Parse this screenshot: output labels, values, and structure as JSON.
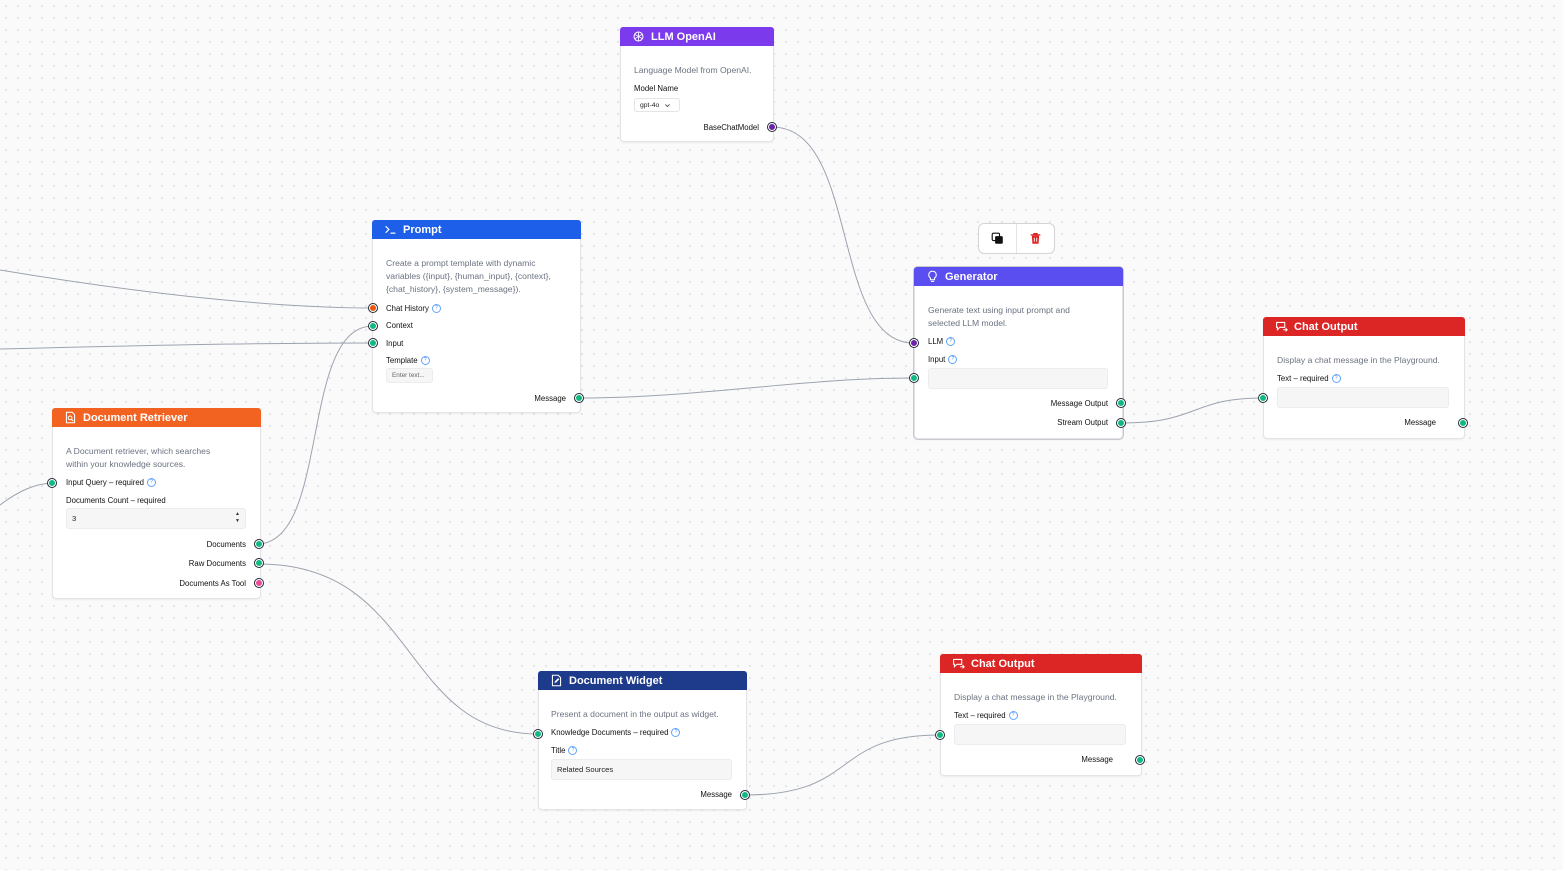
{
  "nodes": {
    "llm_openai": {
      "title": "LLM OpenAI",
      "description": "Language Model from OpenAI.",
      "model_name_label": "Model Name",
      "model_value": "gpt-4o",
      "output_label": "BaseChatModel",
      "color": "#7c3aed"
    },
    "prompt": {
      "title": "Prompt",
      "description_lines": [
        "Create a prompt template with dynamic",
        "variables ({input}, {human_input}, {context},",
        "{chat_history}, {system_message})."
      ],
      "inputs": [
        "Chat History",
        "Context",
        "Input"
      ],
      "template_label": "Template",
      "template_placeholder": "Enter text...",
      "output_label": "Message",
      "color": "#1d5fe8"
    },
    "generator": {
      "title": "Generator",
      "description_lines": [
        "Generate text using input prompt and",
        "selected LLM model."
      ],
      "llm_label": "LLM",
      "input_label": "Input",
      "outputs": [
        "Message Output",
        "Stream Output"
      ],
      "color": "#5b4ef0"
    },
    "chat_output_1": {
      "title": "Chat Output",
      "description": "Display a chat message in the Playground.",
      "text_label": "Text – required",
      "output_label": "Message",
      "color": "#dc2626"
    },
    "document_retriever": {
      "title": "Document Retriever",
      "description_lines": [
        "A Document retriever, which searches",
        "within your knowledge sources."
      ],
      "input_query_label": "Input Query – required",
      "count_label": "Documents Count – required",
      "count_value": "3",
      "outputs": [
        "Documents",
        "Raw Documents",
        "Documents As Tool"
      ],
      "color": "#f26322"
    },
    "document_widget": {
      "title": "Document Widget",
      "description": "Present a document in the output as widget.",
      "knowledge_label": "Knowledge Documents – required",
      "title_label": "Title",
      "title_value": "Related Sources",
      "output_label": "Message",
      "color": "#1e3a8a"
    },
    "chat_output_2": {
      "title": "Chat Output",
      "description": "Display a chat message in the Playground.",
      "text_label": "Text – required",
      "output_label": "Message",
      "color": "#dc2626"
    }
  },
  "toolbar": {
    "icons": [
      "duplicate-icon",
      "delete-icon"
    ]
  },
  "colors": {
    "edge": "#9ca3af",
    "handle_teal": "#10b981",
    "handle_purple": "#6b21a8",
    "handle_orange": "#ea580c",
    "handle_pink": "#ec4899"
  }
}
